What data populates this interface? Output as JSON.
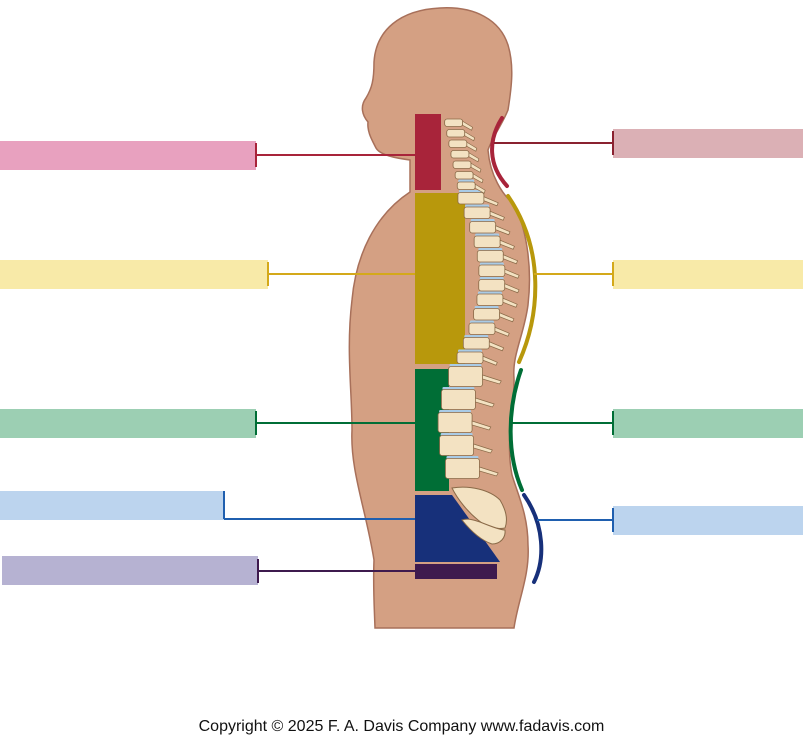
{
  "copyright_text": "Copyright © 2025 F. A. Davis Company www.fadavis.com",
  "colors": {
    "skin": "#D4A083",
    "skin_outline": "#A8705A",
    "bone": "#F3E2C2",
    "bone_outline": "#8A6A48",
    "disc": "#A9CBE6",
    "cervical": "#A8243A",
    "thoracic": "#B8980C",
    "lumbar": "#006E36",
    "sacral": "#17307A",
    "coccygeal": "#3E1A4E"
  },
  "left_labels": [
    {
      "id": "cervical-vertebrae-label",
      "fill": "#E8A1BF",
      "line": "#A8243A"
    },
    {
      "id": "thoracic-vertebrae-label",
      "fill": "#F8EAA8",
      "line": "#D4A91A"
    },
    {
      "id": "lumbar-vertebrae-label",
      "fill": "#9CCFB3",
      "line": "#006E36"
    },
    {
      "id": "sacrum-label",
      "fill": "#BCD4EE",
      "line": "#1F5FAF"
    },
    {
      "id": "coccyx-label",
      "fill": "#B6B2D2",
      "line": "#3E1A4E"
    }
  ],
  "right_labels": [
    {
      "id": "cervical-curve-label",
      "fill": "#DBB0B5",
      "line": "#8A2230"
    },
    {
      "id": "thoracic-curve-label",
      "fill": "#F8EAA8",
      "line": "#D4A91A"
    },
    {
      "id": "lumbar-curve-label",
      "fill": "#9CCFB3",
      "line": "#006E36"
    },
    {
      "id": "sacral-curve-label",
      "fill": "#BCD4EE",
      "line": "#1F5FAF"
    }
  ]
}
